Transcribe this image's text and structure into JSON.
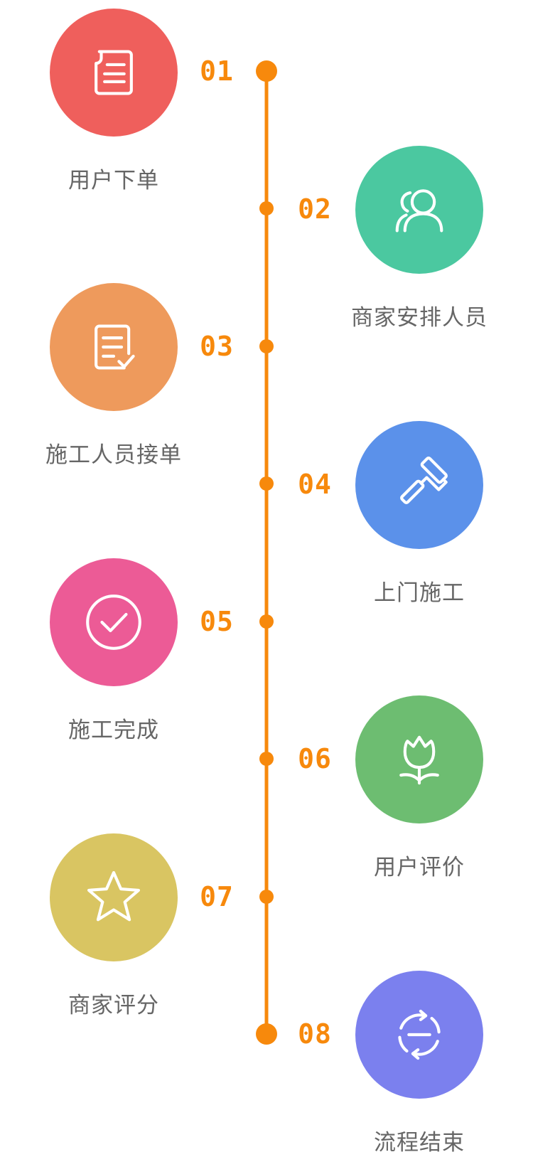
{
  "accent_color": "#f7890c",
  "steps": [
    {
      "number": "01",
      "label": "用户下单",
      "color": "#ef5f5c",
      "icon": "order-document-icon"
    },
    {
      "number": "02",
      "label": "商家安排人员",
      "color": "#4bc8a0",
      "icon": "users-icon"
    },
    {
      "number": "03",
      "label": "施工人员接单",
      "color": "#ee9a5c",
      "icon": "checklist-icon"
    },
    {
      "number": "04",
      "label": "上门施工",
      "color": "#5b91ea",
      "icon": "paint-roller-icon"
    },
    {
      "number": "05",
      "label": "施工完成",
      "color": "#ec5b96",
      "icon": "check-circle-icon"
    },
    {
      "number": "06",
      "label": "用户评价",
      "color": "#6dbd71",
      "icon": "flower-icon"
    },
    {
      "number": "07",
      "label": "商家评分",
      "color": "#d9c562",
      "icon": "star-icon"
    },
    {
      "number": "08",
      "label": "流程结束",
      "color": "#7b80ee",
      "icon": "cycle-end-icon"
    }
  ]
}
